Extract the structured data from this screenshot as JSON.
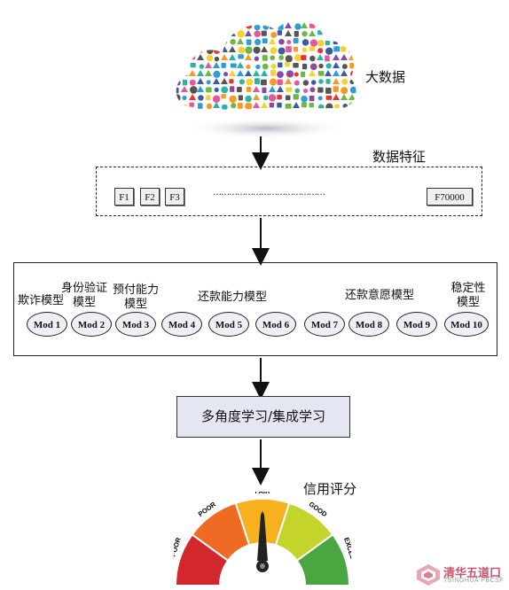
{
  "big_data": {
    "label": "大数据"
  },
  "features": {
    "label": "数据特征",
    "items": [
      "F1",
      "F2",
      "F3",
      "F70000"
    ],
    "ellipsis": "……………………………………"
  },
  "models": {
    "group_labels": {
      "fraud": "欺诈模型",
      "identity": "身份验证\n模型",
      "prepay": "预付能力\n模型",
      "repay_ability": "还款能力模型",
      "repay_will": "还款意愿模型",
      "stability": "稳定性\n模型"
    },
    "items": [
      "Mod 1",
      "Mod 2",
      "Mod 3",
      "Mod 4",
      "Mod 5",
      "Mod 6",
      "Mod 7",
      "Mod 8",
      "Mod 9",
      "Mod 10"
    ]
  },
  "learning": {
    "label": "多角度学习/集成学习"
  },
  "credit": {
    "label": "信用评分",
    "gauge": {
      "segments": [
        {
          "label": "VERY POOR",
          "color": "#d2272b"
        },
        {
          "label": "POOR",
          "color": "#ef6a23"
        },
        {
          "label": "FAIR",
          "color": "#f7b11f"
        },
        {
          "label": "GOOD",
          "color": "#c5d42a"
        },
        {
          "label": "EXCELLENT",
          "color": "#4aa641"
        }
      ]
    }
  },
  "watermark": {
    "title": "清华五道口",
    "subtitle": "TSINGHUA PBCSF"
  }
}
